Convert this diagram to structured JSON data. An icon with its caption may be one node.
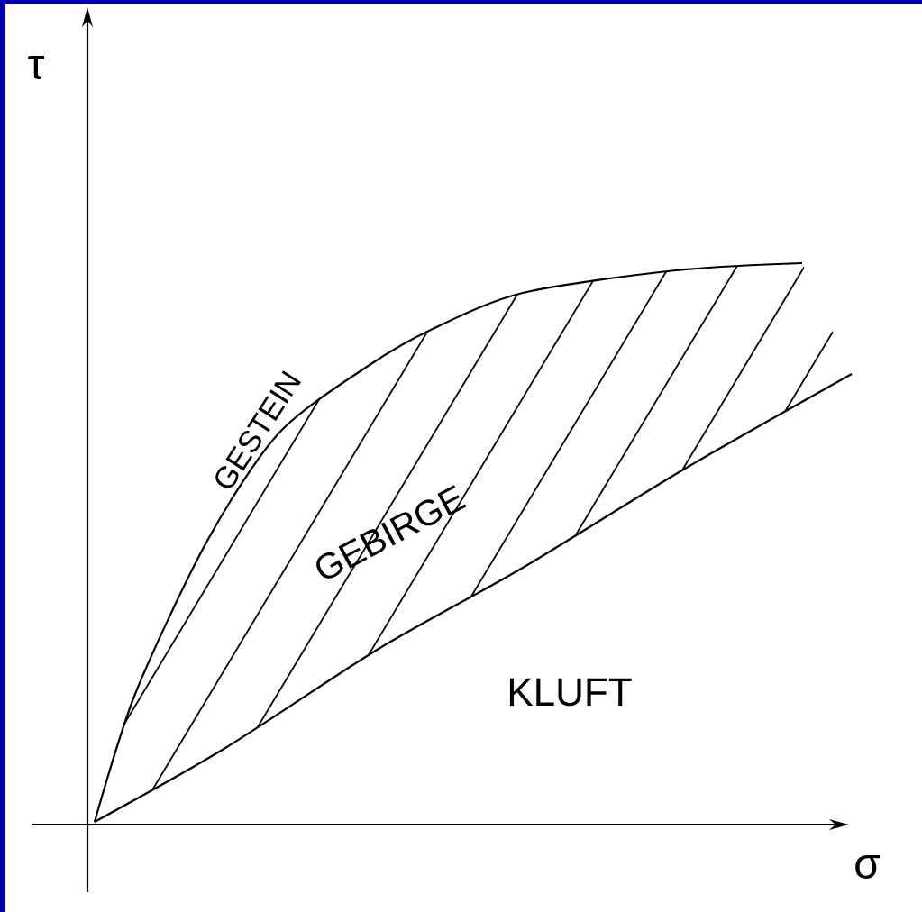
{
  "diagram": {
    "labels": [
      "τ",
      "GESTEIN",
      "GEBIRGE",
      "KLUFT",
      "σ"
    ]
  }
}
